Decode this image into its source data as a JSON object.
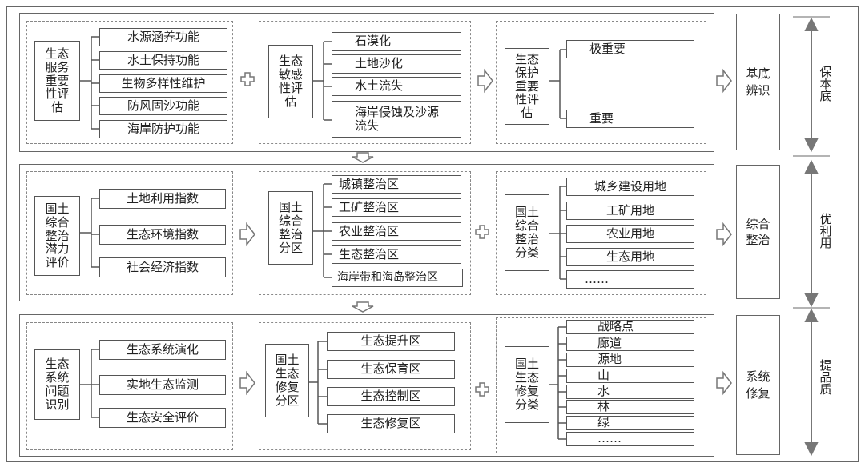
{
  "rows": [
    {
      "groups": [
        {
          "root": "生态\n服务\n重要\n性评\n估",
          "items": [
            "水源涵养功能",
            "水土保持功能",
            "生物多样性维护",
            "防风固沙功能",
            "海岸防护功能"
          ]
        },
        {
          "root": "生态\n敏感\n性评\n估",
          "items": [
            "石漠化",
            "土地沙化",
            "水土流失",
            "海岸侵蚀及沙源\n流失"
          ]
        },
        {
          "root": "生态\n保护\n重要\n性评\n估",
          "items": [
            "极重要",
            "重要"
          ]
        }
      ],
      "result": "基底\n辨识",
      "side": "保本底"
    },
    {
      "groups": [
        {
          "root": "国土\n综合\n整治\n潜力\n评价",
          "items": [
            "土地利用指数",
            "生态环境指数",
            "社会经济指数"
          ]
        },
        {
          "root": "国土\n综合\n整治\n分区",
          "items": [
            "城镇整治区",
            "工矿整治区",
            "农业整治区",
            "生态整治区",
            "海岸带和海岛整治区"
          ]
        },
        {
          "root": "国土\n综合\n整治\n分类",
          "items": [
            "城乡建设用地",
            "工矿用地",
            "农业用地",
            "生态用地",
            "……"
          ]
        }
      ],
      "result": "综合\n整治",
      "side": "优利用"
    },
    {
      "groups": [
        {
          "root": "生态\n系统\n问题\n识别",
          "items": [
            "生态系统演化",
            "实地生态监测",
            "生态安全评价"
          ]
        },
        {
          "root": "国土\n生态\n修复\n分区",
          "items": [
            "生态提升区",
            "生态保育区",
            "生态控制区",
            "生态修复区"
          ]
        },
        {
          "root": "国土\n生态\n修复\n分类",
          "items": [
            "战略点",
            "廊道",
            "源地",
            "山",
            "水",
            "林",
            "绿",
            "……"
          ]
        }
      ],
      "result": "系统\n修复",
      "side": "提品质"
    }
  ],
  "colors": {
    "border": "#666666",
    "arrow": "#777777"
  }
}
